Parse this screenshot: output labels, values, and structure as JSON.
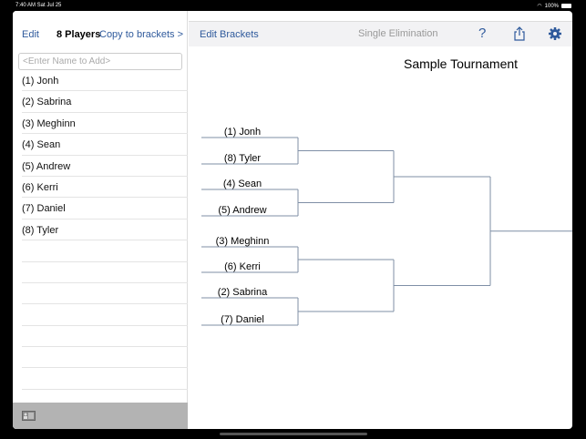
{
  "status": {
    "time": "7:40 AM  Sat Jul 25",
    "battery": "100%"
  },
  "left": {
    "edit": "Edit",
    "count": "8 Players",
    "copy": "Copy to brackets >",
    "placeholder": "<Enter Name to Add>",
    "players": [
      "(1) Jonh",
      "(2) Sabrina",
      "(3) Meghinn",
      "(4) Sean",
      "(5) Andrew",
      "(6) Kerri",
      "(7) Daniel",
      "(8) Tyler"
    ]
  },
  "toolbar": {
    "edit": "Edit Brackets",
    "mode": "Single Elimination",
    "help": "?"
  },
  "tournament": {
    "title": "Sample Tournament",
    "round1": [
      "(1) Jonh",
      "(8) Tyler",
      "(4) Sean",
      "(5) Andrew",
      "(3) Meghinn",
      "(6) Kerri",
      "(2) Sabrina",
      "(7) Daniel"
    ]
  },
  "colors": {
    "accent": "#2f5a9c",
    "line": "#7f8fa6"
  }
}
